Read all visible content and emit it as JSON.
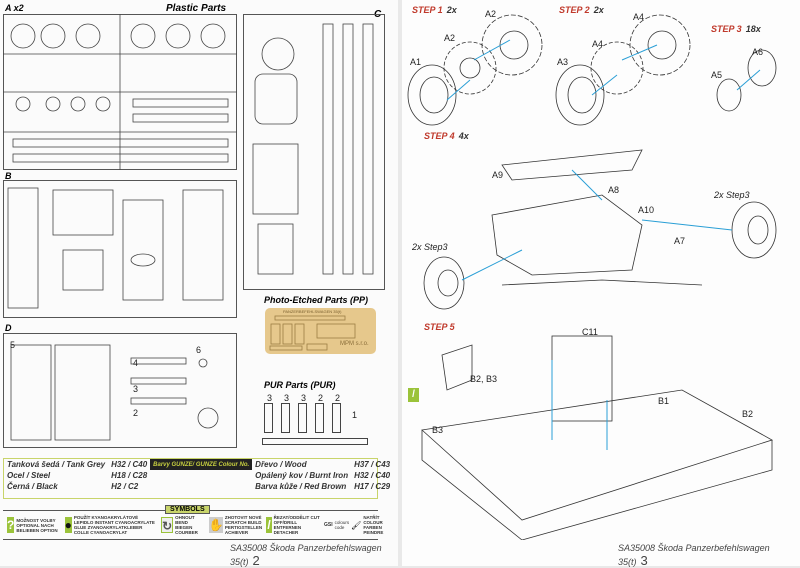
{
  "left_page": {
    "sprue_a_label": "A x2",
    "plastic_parts_title": "Plastic Parts",
    "sprue_c_label": "C",
    "sprue_b_label": "B",
    "sprue_d_label": "D",
    "sprue_d_numbers": [
      "5",
      "4",
      "6",
      "3",
      "2"
    ],
    "photo_etched_title": "Photo-Etched Parts (PP)",
    "pe_fret_text": "PANZERBEFEHLSWAGEN 35(t)",
    "pe_maker": "MPM s.r.o.",
    "pur_title": "PUR Parts (PUR)",
    "pur_counts": [
      "3",
      "3",
      "3",
      "2",
      "2"
    ],
    "pur_extra_count": "1",
    "colors_header": "Barvy GUNZE/ GUNZE Colour No.",
    "colors_left": [
      {
        "name": "Tanková šedá / Tank Grey",
        "code": "H32 / C40"
      },
      {
        "name": "Ocel / Steel",
        "code": "H18 / C28"
      },
      {
        "name": "Černá / Black",
        "code": "H2 / C2"
      }
    ],
    "colors_right": [
      {
        "name": "Dřevo / Wood",
        "code": "H37 / C43"
      },
      {
        "name": "Opálený kov / Burnt Iron",
        "code": "H32 / C40"
      },
      {
        "name": "Barva kůže / Red Brown",
        "code": "H17 / C29"
      }
    ],
    "symbols_title": "SYMBOLS",
    "symbols": [
      {
        "icon": "question-icon",
        "text": "MOŽNOST VOLBY OPTIONAL NACH BELIEBEN OPTION"
      },
      {
        "icon": "glue-drop-icon",
        "text": "POUŽÍT KYANOAKRYLÁTOVÉ LEPIDLO INSTANT CYANOACRYLATE GLUE ZYANOAKRYLATKLEBER COLLE CYANOACRYLAT"
      },
      {
        "icon": "bend-icon",
        "text": "OHNOUT BEND BIEGEN COURBER"
      },
      {
        "icon": "hand-icon",
        "text": "ZHOTOVIT NOVÉ SCRATCH BUILD PERTIGSTELLEN ACHIEVER"
      },
      {
        "icon": "cut-icon",
        "text": "ŘEZAT/ODDĚLIT CUT OFF/DRILL ENTFERNEN DETACHER"
      },
      {
        "icon": "paint-icon",
        "text": "NATŘÍT COLOUR FARBEN PEINDRE",
        "code_label": "GSI",
        "code_sub": "colours code"
      }
    ],
    "footer": "SA35008 Škoda Panzerbefehlswagen 35(t)",
    "page_number": "2",
    "accent": "#9bc33a"
  },
  "right_page": {
    "steps": [
      {
        "label": "STEP 1",
        "count": "2x",
        "parts": [
          "A1",
          "A2",
          "A2"
        ]
      },
      {
        "label": "STEP 2",
        "count": "2x",
        "parts": [
          "A3",
          "A4",
          "A4"
        ]
      },
      {
        "label": "STEP 3",
        "count": "18x",
        "parts": [
          "A5",
          "A6"
        ]
      },
      {
        "label": "STEP 4",
        "count": "4x",
        "parts": [
          "A9",
          "A8",
          "A10",
          "A7"
        ],
        "notes": [
          "2x Step3",
          "2x Step3"
        ]
      },
      {
        "label": "STEP 5",
        "count": "",
        "parts": [
          "C11",
          "B2, B3",
          "B1",
          "B2",
          "B3"
        ]
      }
    ],
    "footer": "SA35008 Škoda Panzerbefehlswagen 35(t)",
    "page_number": "3",
    "step_color": "#e07020",
    "arrow_color": "#2a9fd6"
  }
}
